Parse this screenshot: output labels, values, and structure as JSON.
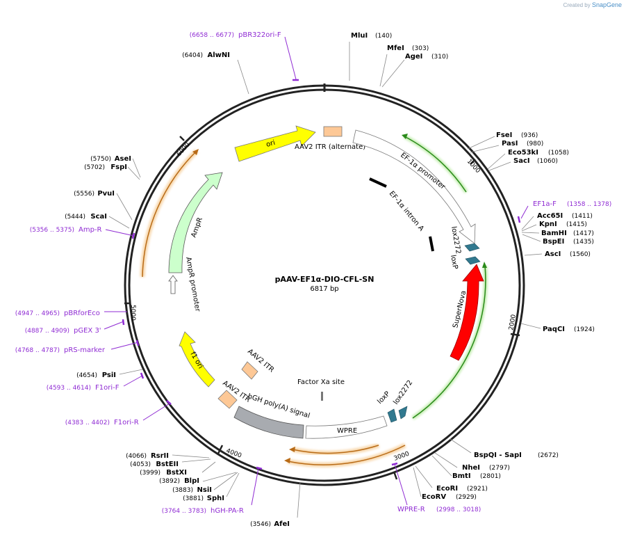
{
  "credit": {
    "prefix": "Created by",
    "brand": "SnapGene"
  },
  "plasmid": {
    "name": "pAAV-EF1α-DIO-CFL-SN",
    "size": "6817 bp"
  },
  "ruler": {
    "ticks": [
      "1000",
      "2000",
      "3000",
      "4000",
      "5000",
      "6000"
    ]
  },
  "enzymes": [
    {
      "name": "MluI",
      "pos": "(140)"
    },
    {
      "name": "MfeI",
      "pos": "(303)"
    },
    {
      "name": "AgeI",
      "pos": "(310)"
    },
    {
      "name": "FseI",
      "pos": "(936)"
    },
    {
      "name": "PasI",
      "pos": "(980)"
    },
    {
      "name": "Eco53kI",
      "pos": "(1058)"
    },
    {
      "name": "SacI",
      "pos": "(1060)"
    },
    {
      "name": "Acc65I",
      "pos": "(1411)"
    },
    {
      "name": "KpnI",
      "pos": "(1415)"
    },
    {
      "name": "BamHI",
      "pos": "(1417)"
    },
    {
      "name": "BspEI",
      "pos": "(1435)"
    },
    {
      "name": "AscI",
      "pos": "(1560)"
    },
    {
      "name": "PaqCI",
      "pos": "(1924)"
    },
    {
      "name": "BspQI - SapI",
      "pos": "(2672)"
    },
    {
      "name": "NheI",
      "pos": "(2797)"
    },
    {
      "name": "BmtI",
      "pos": "(2801)"
    },
    {
      "name": "EcoRI",
      "pos": "(2921)"
    },
    {
      "name": "EcoRV",
      "pos": "(2929)"
    },
    {
      "name": "AfeI",
      "pos": "(3546)"
    },
    {
      "name": "SphI",
      "pos": "(3881)"
    },
    {
      "name": "NsiI",
      "pos": "(3883)"
    },
    {
      "name": "BlpI",
      "pos": "(3892)"
    },
    {
      "name": "BstXI",
      "pos": "(3999)"
    },
    {
      "name": "BstEII",
      "pos": "(4053)"
    },
    {
      "name": "RsrII",
      "pos": "(4066)"
    },
    {
      "name": "PsiI",
      "pos": "(4654)"
    },
    {
      "name": "ScaI",
      "pos": "(5444)"
    },
    {
      "name": "PvuI",
      "pos": "(5556)"
    },
    {
      "name": "FspI",
      "pos": "(5702)"
    },
    {
      "name": "AseI",
      "pos": "(5750)"
    },
    {
      "name": "AlwNI",
      "pos": "(6404)"
    }
  ],
  "primers": [
    {
      "name": "pBR322ori-F",
      "pos": "(6658 .. 6677)"
    },
    {
      "name": "EF1a-F",
      "pos": "(1358 .. 1378)"
    },
    {
      "name": "WPRE-R",
      "pos": "(2998 .. 3018)"
    },
    {
      "name": "hGH-PA-R",
      "pos": "(3764 .. 3783)"
    },
    {
      "name": "F1ori-R",
      "pos": "(4383 .. 4402)"
    },
    {
      "name": "F1ori-F",
      "pos": "(4593 .. 4614)"
    },
    {
      "name": "pRS-marker",
      "pos": "(4768 .. 4787)"
    },
    {
      "name": "pGEX 3'",
      "pos": "(4887 .. 4909)"
    },
    {
      "name": "pBRforEco",
      "pos": "(4947 .. 4965)"
    },
    {
      "name": "Amp-R",
      "pos": "(5356 .. 5375)"
    }
  ],
  "features": {
    "ori": "ori",
    "aav2_itr_alt": "AAV2 ITR (alternate)",
    "ef1a_promoter": "EF-1α promoter",
    "ef1a_intron": "EF-1α intron A",
    "lox2272_top": "lox2272",
    "loxp_top": "loxP",
    "supernova": "SuperNova",
    "lox2272_bottom": "lox2272",
    "loxp_bottom": "loxP",
    "wpre": "WPRE",
    "factor_xa": "Factor Xa site",
    "hgh_polya": "hGH poly(A) signal",
    "aav2_itr_1": "AAV2 ITR",
    "aav2_itr_2": "AAV2 ITR",
    "f1_ori": "f1 ori",
    "ampr_promoter": "AmpR promoter",
    "ampr": "AmpR"
  },
  "colors": {
    "enzyme_text": "#000000",
    "primer_text": "#8f2bd3",
    "ori_fill": "#ffff00",
    "itr_fill": "#fdc896",
    "promoter_fill": "#ffffff",
    "ampr_fill": "#ccffcc",
    "supernova_fill": "#ff0000",
    "lox_fill": "#31798f",
    "polya_fill": "#a8abb0",
    "orf_orange": "#b86b17",
    "orf_green": "#2a8a1a"
  }
}
